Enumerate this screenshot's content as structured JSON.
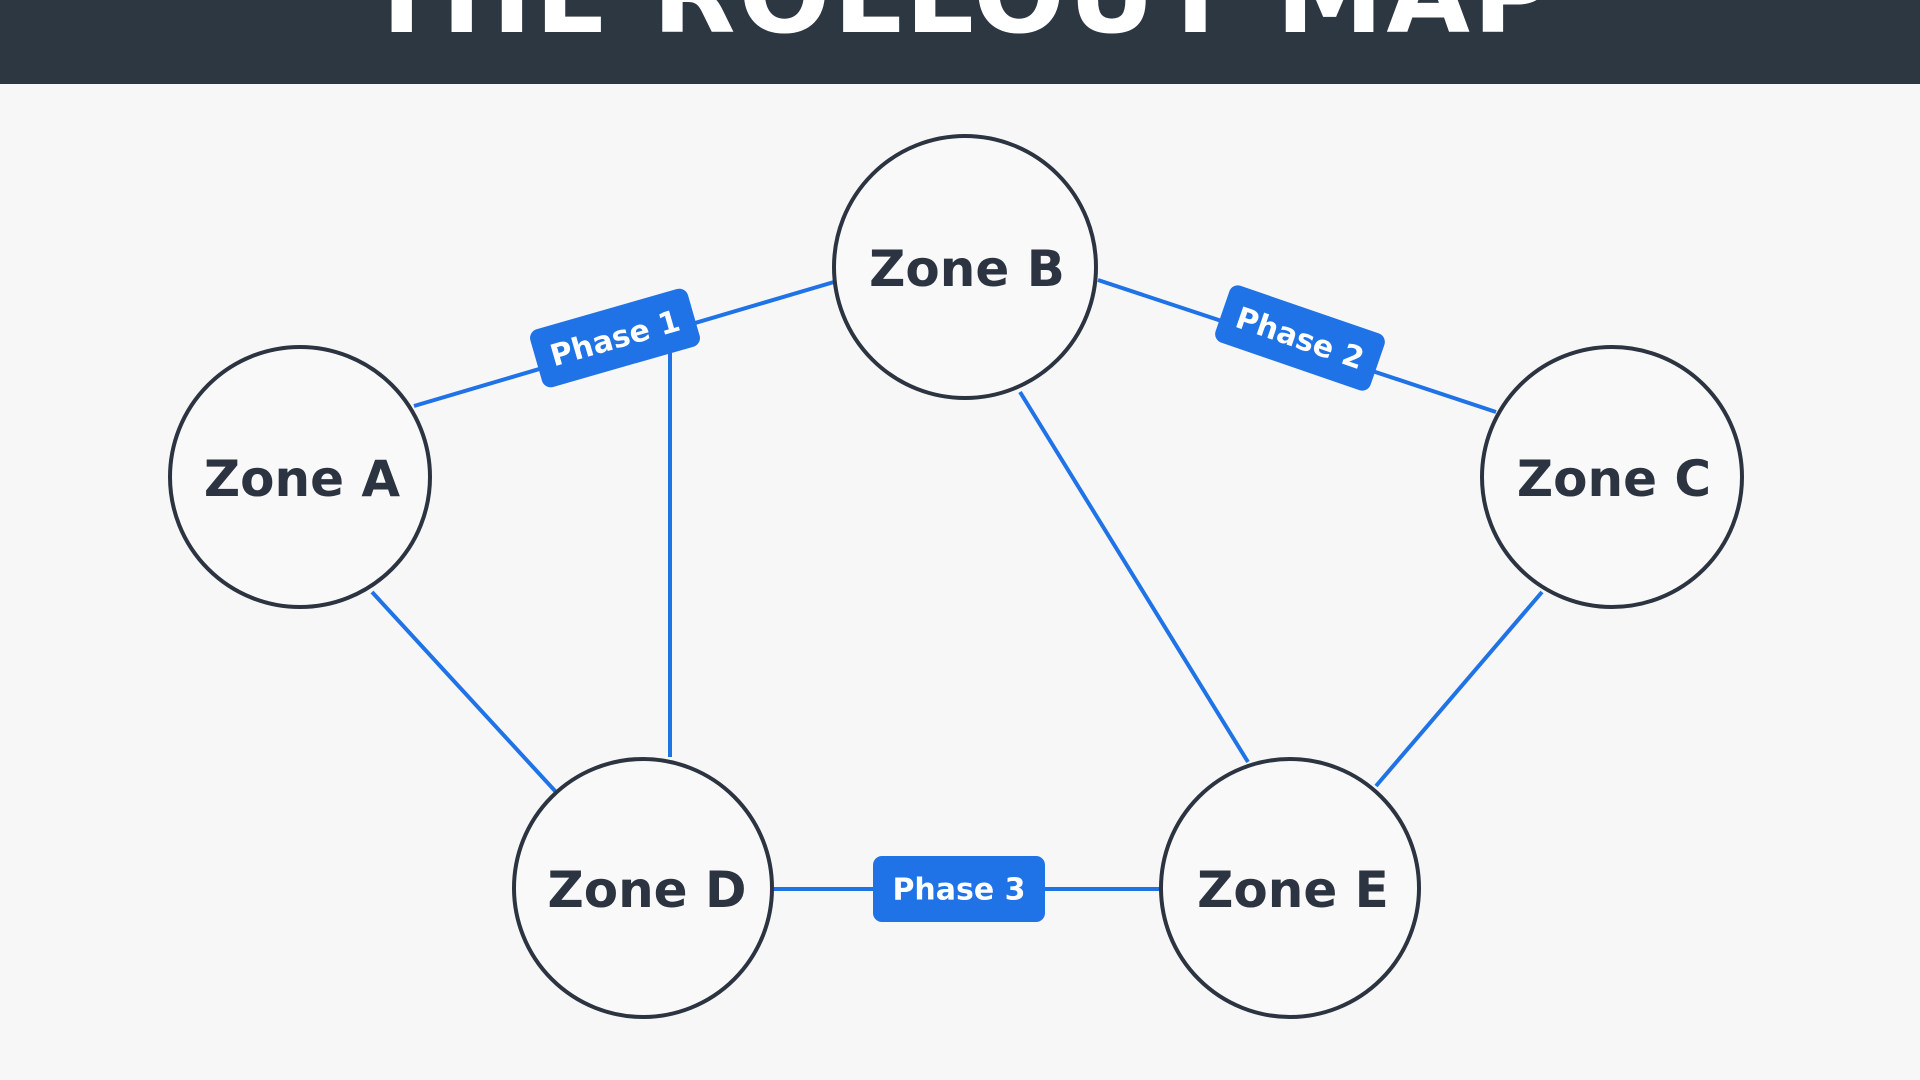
{
  "title": "THE ROLLOUT MAP",
  "zones": {
    "a": "Zone A",
    "b": "Zone B",
    "c": "Zone C",
    "d": "Zone D",
    "e": "Zone E"
  },
  "phases": {
    "p1": "Phase 1",
    "p2": "Phase 2",
    "p3": "Phase 3"
  },
  "connections": [
    [
      "Zone A",
      "Zone B"
    ],
    [
      "Zone B",
      "Zone C"
    ],
    [
      "Zone A",
      "Zone D"
    ],
    [
      "Zone B",
      "Zone E"
    ],
    [
      "Zone C",
      "Zone E"
    ],
    [
      "Zone D",
      "Zone E"
    ]
  ],
  "colors": {
    "edge": "#1f73e6",
    "phase_badge": "#1f73e6",
    "node_stroke": "#2b3440",
    "title_bar": "#2d3742"
  }
}
